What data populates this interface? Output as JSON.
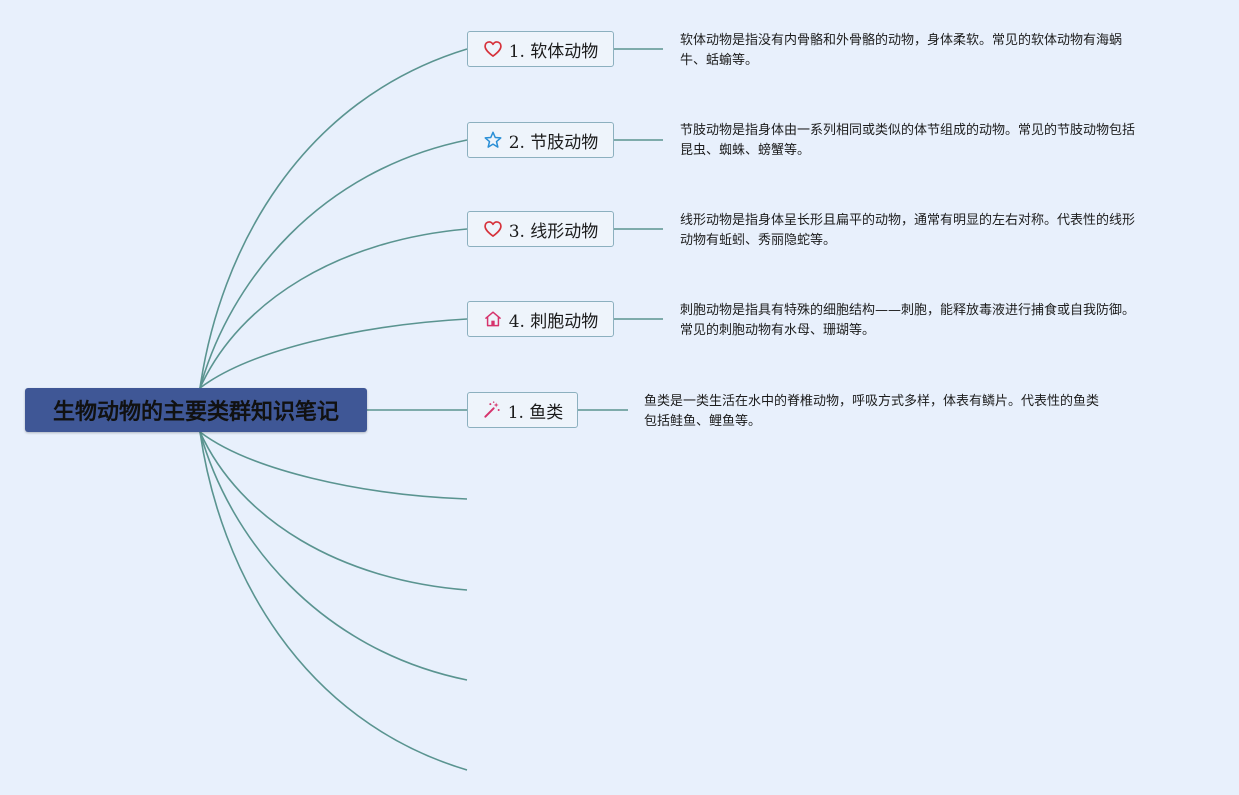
{
  "root": {
    "title": "生物动物的主要类群知识笔记"
  },
  "branches": [
    {
      "label": "1. 软体动物",
      "icon": "heart-icon",
      "icon_color": "#d6313a",
      "desc_lines": [
        "软体动物是指没有内骨骼和外骨骼的动物，身体柔软。常见的软体动物有海蜗",
        "牛、蛞蝓等。"
      ]
    },
    {
      "label": "2. 节肢动物",
      "icon": "star-icon",
      "icon_color": "#2a8fd6",
      "desc_lines": [
        "节肢动物是指身体由一系列相同或类似的体节组成的动物。常见的节肢动物包括",
        "昆虫、蜘蛛、螃蟹等。"
      ]
    },
    {
      "label": "3. 线形动物",
      "icon": "heart-icon",
      "icon_color": "#d6313a",
      "desc_lines": [
        "线形动物是指身体呈长形且扁平的动物，通常有明显的左右对称。代表性的线形",
        "动物有蚯蚓、秀丽隐蛇等。"
      ]
    },
    {
      "label": "4. 刺胞动物",
      "icon": "home-icon",
      "icon_color": "#d6336c",
      "desc_lines": [
        "刺胞动物是指具有特殊的细胞结构——刺胞，能释放毒液进行捕食或自我防御。",
        "常见的刺胞动物有水母、珊瑚等。"
      ]
    },
    {
      "label": "1. 鱼类",
      "icon": "magic-wand-icon",
      "icon_color": "#d6336c",
      "desc_lines": [
        "鱼类是一类生活在水中的脊椎动物，呼吸方式多样，体表有鳞片。代表性的鱼类",
        "包括鲑鱼、鲤鱼等。"
      ]
    }
  ],
  "colors": {
    "background": "#e8f0fc",
    "root_fill": "#3f5796",
    "connector": "#5a9490",
    "node_border": "#8cb0bf"
  }
}
